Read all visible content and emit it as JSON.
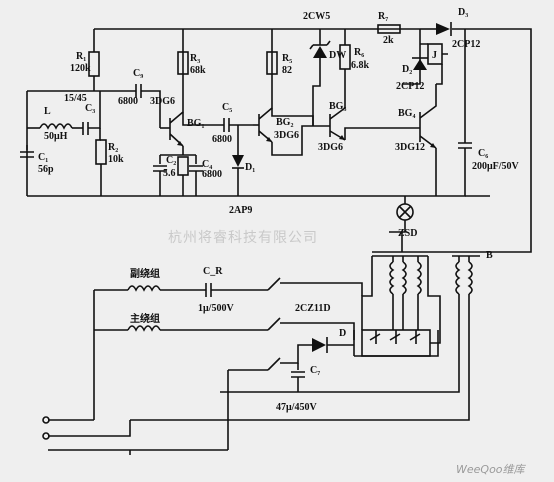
{
  "components": {
    "r1": {
      "name": "R₁",
      "value": "120k"
    },
    "r2": {
      "name": "R₂",
      "value": "10k"
    },
    "r3": {
      "name": "R₃",
      "value": "68k"
    },
    "r5": {
      "name": "R₅",
      "value": "82"
    },
    "r6": {
      "name": "R₆",
      "value": "6.8k"
    },
    "r7": {
      "name": "R₇",
      "value": "2k"
    },
    "c1": {
      "name": "C₁",
      "value": "56p"
    },
    "c2": {
      "name": "C₂",
      "value": "5.6"
    },
    "c3": {
      "name": "C₃"
    },
    "c4": {
      "name": "C₄",
      "value": "6800"
    },
    "c5": {
      "name": "C₅",
      "value": "6800"
    },
    "c6": {
      "name": "C₆",
      "value": "200μF/50V"
    },
    "c7": {
      "name": "C₇",
      "value": "47μ/450V"
    },
    "c9": {
      "name": "C₉",
      "value": "6800"
    },
    "cr": {
      "name": "C_R",
      "value": "1μ/500V"
    },
    "l": {
      "name": "L",
      "value": "50μH"
    },
    "tap": "15/45",
    "bg1": {
      "name": "BG₁",
      "type": "3DG6"
    },
    "bg2": {
      "name": "BG₂",
      "type": "3DG6"
    },
    "bg3": {
      "name": "BG₃",
      "type": "3DG6"
    },
    "bg4": {
      "name": "BG₄",
      "type": "3DG12"
    },
    "d1": {
      "name": "D₁",
      "type": "2AP9"
    },
    "d2": {
      "name": "D₂",
      "type": "2CP12"
    },
    "d3": {
      "name": "D₃",
      "type": "2CP12"
    },
    "dw": {
      "name": "DW",
      "type": "2CW5"
    },
    "d": {
      "name": "D",
      "type": "2CZ11D"
    },
    "zsd": "ZSD",
    "transformer": "B",
    "aux_winding": "副绕组",
    "main_winding": "主绕组",
    "relay_j": "J"
  },
  "watermark": "杭州将睿科技有限公司",
  "logo": "WeeQoo维库"
}
